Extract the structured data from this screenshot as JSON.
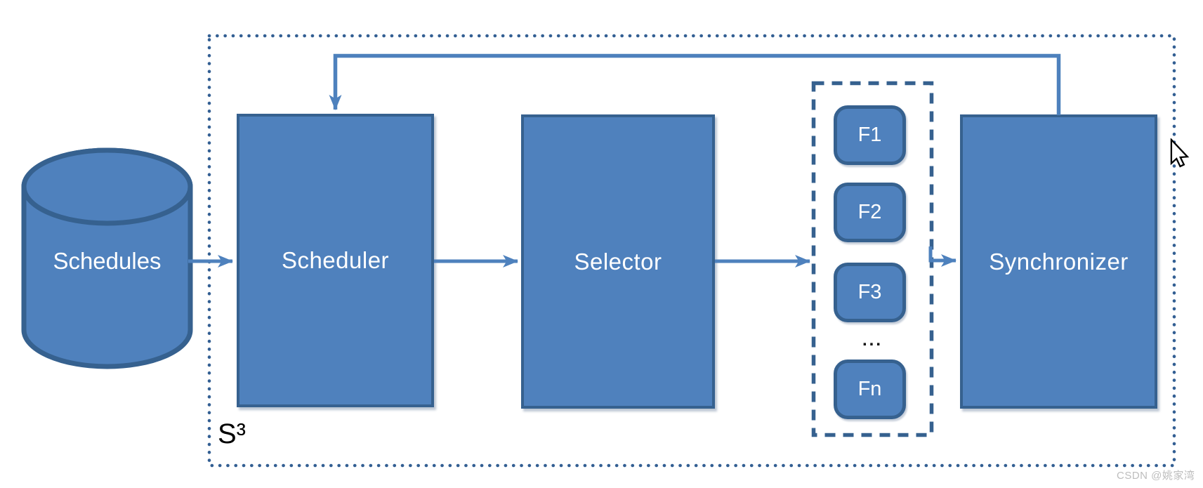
{
  "diagram": {
    "system": {
      "label": "S³"
    },
    "nodes": {
      "schedules": {
        "label": "Schedules",
        "shape": "cylinder"
      },
      "scheduler": {
        "label": "Scheduler",
        "shape": "rect"
      },
      "selector": {
        "label": "Selector",
        "shape": "rect"
      },
      "synchronizer": {
        "label": "Synchronizer",
        "shape": "rect"
      }
    },
    "functions_group": {
      "items": [
        "F1",
        "F2",
        "F3"
      ],
      "ellipsis": "...",
      "last_item": "Fn"
    },
    "edges": [
      {
        "from": "schedules",
        "to": "scheduler"
      },
      {
        "from": "scheduler",
        "to": "selector"
      },
      {
        "from": "selector",
        "to": "functions_group"
      },
      {
        "from": "functions_group",
        "to": "synchronizer"
      },
      {
        "from": "synchronizer",
        "to": "scheduler",
        "type": "feedback"
      }
    ],
    "colors": {
      "node_fill": "#4F81BD",
      "node_border": "#36618F",
      "arrow": "#4E81BD",
      "container_outline": "#335F93",
      "label_text": "#FFFFFF",
      "system_label_text": "#000000"
    }
  },
  "watermark": {
    "text": "CSDN @姚家湾"
  },
  "cursor": {
    "type": "arrow-pointer"
  }
}
